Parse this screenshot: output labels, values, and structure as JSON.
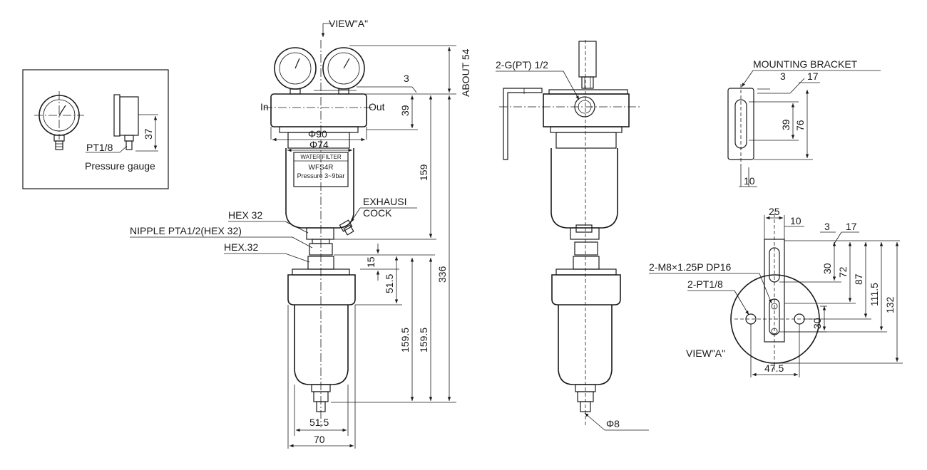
{
  "diagram": {
    "inset": {
      "label_pt": "PT1/8",
      "caption": "Pressure gauge",
      "dim_37": "37"
    },
    "front_view": {
      "view_a": "VIEW\"A\"",
      "about": "ABOUT 54",
      "in_label": "In",
      "out_label": "Out",
      "dim_3": "3",
      "dim_39": "39",
      "phi90": "Φ90",
      "phi74": "Φ74",
      "nameplate_title": "WATER FILTER",
      "nameplate_model": "WFS4R",
      "nameplate_pressure": "Pressure 3~9bar",
      "exhaust": "EXHAUSI",
      "cock": "COCK",
      "hex32": "HEX 32",
      "nipple": "NIPPLE PTA1/2(HEX 32)",
      "hex32b": "HEX.32",
      "dim_159": "159",
      "dim_336": "336",
      "dim_15": "15",
      "dim_51_5v": "51.5",
      "dim_159_5a": "159.5",
      "dim_159_5b": "159.5",
      "dim_51_5h": "51.5",
      "dim_70": "70"
    },
    "side_view": {
      "port": "2-G(PT) 1/2",
      "phi8": "Φ8"
    },
    "bracket_view": {
      "title": "MOUNTING BRACKET",
      "dim_3": "3",
      "dim_17": "17",
      "dim_39": "39",
      "dim_76": "76",
      "dim_10": "10"
    },
    "view_a_detail": {
      "dim_25": "25",
      "dim_10": "10",
      "dim_3": "3",
      "dim_17": "17",
      "m8": "2-M8×1.25P DP16",
      "pt18": "2-PT1/8",
      "dim_30a": "30",
      "dim_72": "72",
      "dim_87": "87",
      "dim_111_5": "111.5",
      "dim_132": "132",
      "dim_30b": "30",
      "view_label": "VIEW\"A\"",
      "dim_47_5": "47.5"
    }
  }
}
